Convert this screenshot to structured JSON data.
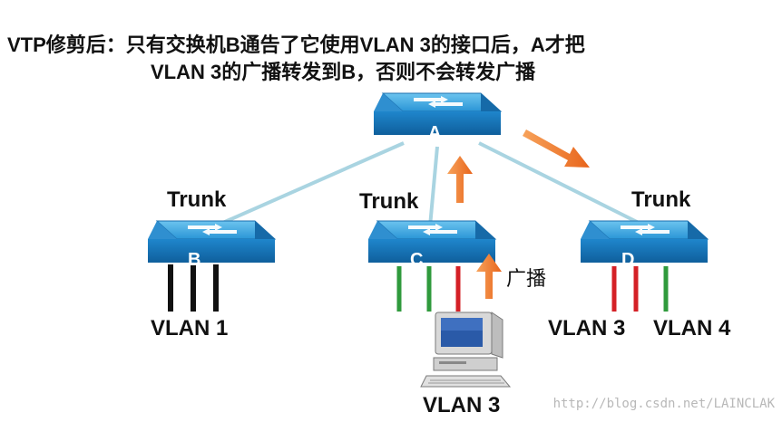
{
  "caption": {
    "line1": "VTP修剪后：只有交换机B通告了它使用VLAN 3的接口后，A才把",
    "line2": "VLAN 3的广播转发到B，否则不会转发广播"
  },
  "switches": {
    "a": {
      "label": "A"
    },
    "b": {
      "label": "B",
      "port_label": "Trunk",
      "vlan_label": "VLAN 1"
    },
    "c": {
      "label": "C",
      "port_label": "Trunk"
    },
    "d": {
      "label": "D",
      "port_label": "Trunk",
      "vlan_label_1": "VLAN 3",
      "vlan_label_2": "VLAN 4"
    }
  },
  "host": {
    "vlan_label": "VLAN 3"
  },
  "broadcast_label": "广播",
  "watermark": "http://blog.csdn.net/LAINCLAK",
  "colors": {
    "switch_top": "#35a3df",
    "switch_front": "#1f86cc",
    "link": "#a9d4e1",
    "arrow": "#f07623",
    "vlan1": "#111111",
    "vlan3": "#d42026",
    "vlan4": "#2f9a3c"
  },
  "icons": [
    "switch-icon",
    "computer-icon",
    "arrow-icon"
  ]
}
